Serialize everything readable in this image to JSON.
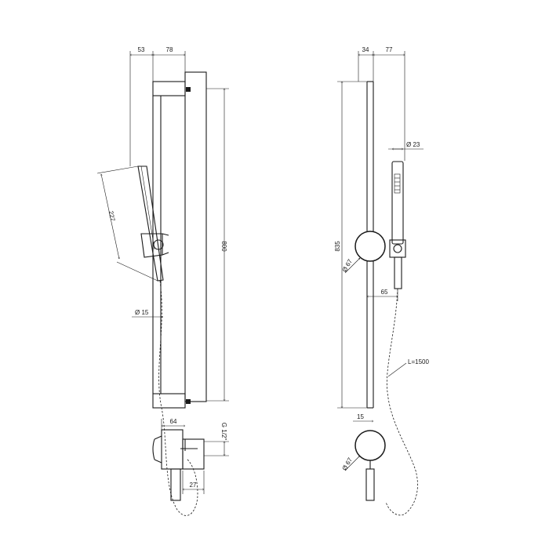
{
  "left_view": {
    "dims": {
      "offset_a": "53",
      "offset_b": "78",
      "bar_length": "800",
      "hand_shower_length": "227",
      "hose_dia": "Ø 15",
      "outlet_offset": "64",
      "thread": "G 1/2\"",
      "outlet_depth": "27"
    }
  },
  "right_view": {
    "dims": {
      "offset_a": "34",
      "offset_b": "77",
      "overall_height": "835",
      "head_dia": "Ø 23",
      "knob_dia": "Ø 67",
      "holder_offset": "65",
      "hose_length": "L=1500",
      "bar_offset": "15",
      "outlet_knob_dia": "Ø 67"
    }
  }
}
